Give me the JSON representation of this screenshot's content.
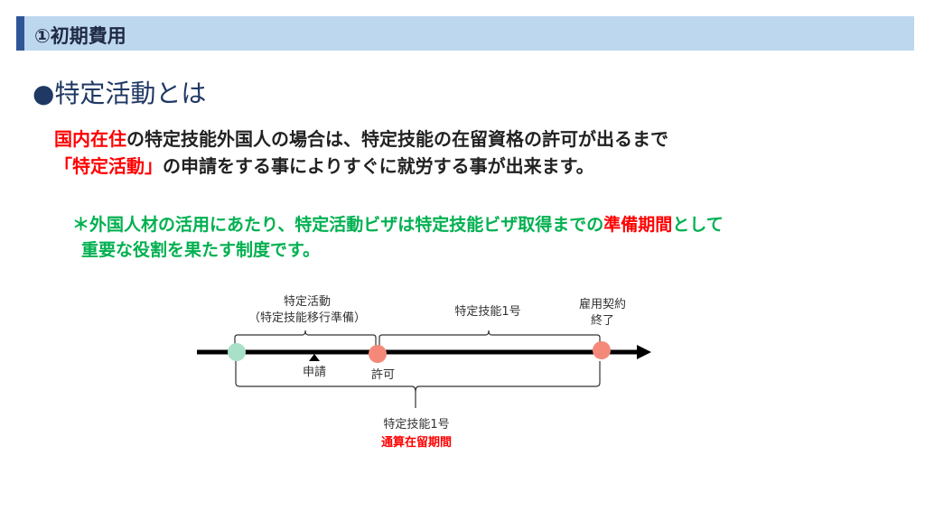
{
  "header": {
    "title": "①初期費用"
  },
  "heading": "●特定活動とは",
  "paragraph": {
    "line1_red": "国内在住",
    "line1_rest": "の特定技能外国人の場合は、特定技能の在留資格の許可が出るまで",
    "line2_red": "「特定活動」",
    "line2_rest": "の申請をする事によりすぐに就労する事が出来ます。"
  },
  "note": {
    "line1_a": "＊外国人材の活用にあたり、特定活動ビザは特定技能ビザ取得までの",
    "line1_red": "準備期間",
    "line1_b": "として",
    "line2": "重要な役割を果たす制度です。"
  },
  "diagram": {
    "activity_label": "特定活動",
    "activity_sub": "（特定技能移行準備）",
    "skill_label": "特定技能1号",
    "end_label_1": "雇用契約",
    "end_label_2": "終了",
    "apply_label": "申請",
    "permit_label": "許可",
    "total_label": "特定技能1号",
    "total_red": "通算在留期間",
    "colors": {
      "start": "#a8e0c8",
      "permit": "#f4897a",
      "end": "#f4897a",
      "red": "#ff0000"
    }
  }
}
